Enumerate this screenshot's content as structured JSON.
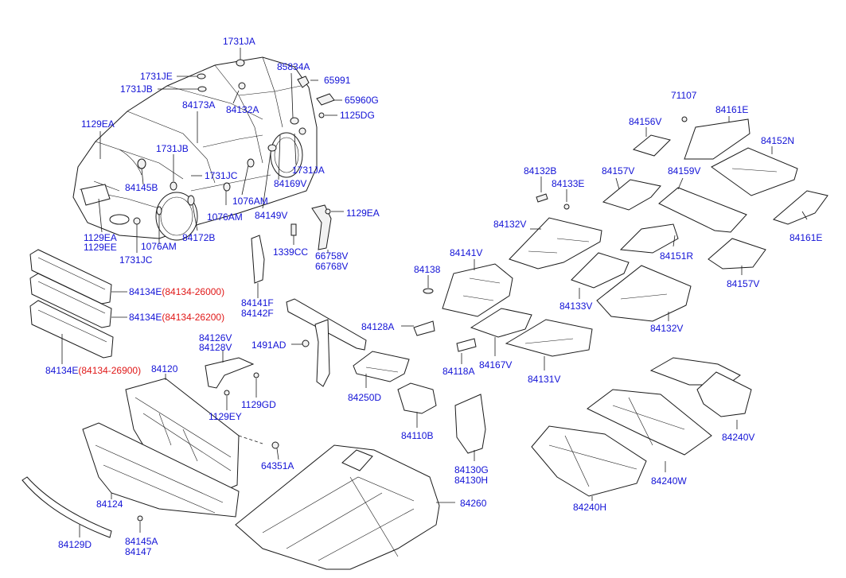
{
  "labels": {
    "l_1731JA_top": "1731JA",
    "l_1731JE": "1731JE",
    "l_1731JB_a": "1731JB",
    "l_1129EA_a": "1129EA",
    "l_84173A": "84173A",
    "l_84132A": "84132A",
    "l_85834A": "85834A",
    "l_65991": "65991",
    "l_65960G": "65960G",
    "l_1125DG": "1125DG",
    "l_1731JB_b": "1731JB",
    "l_1731JC_a": "1731JC",
    "l_84145B": "84145B",
    "l_1076AM_a": "1076AM",
    "l_1076AM_b": "1076AM",
    "l_1731JA_b": "1731JA",
    "l_84169V": "84169V",
    "l_84149V": "84149V",
    "l_1129EA_b": "1129EA",
    "l_1129EE": "1129EE",
    "l_1076AM_c": "1076AM",
    "l_1731JC_b": "1731JC",
    "l_84172B": "84172B",
    "l_1129EA_c": "1129EA",
    "l_1339CC": "1339CC",
    "l_66758V": "66758V",
    "l_66768V": "66768V",
    "l_84134E_a": "84134E",
    "l_84134E_a_ref": "(84134-26000)",
    "l_84134E_b": "84134E",
    "l_84134E_b_ref": "(84134-26200)",
    "l_84134E_c": "84134E",
    "l_84134E_c_ref": "(84134-26900)",
    "l_84141F": "84141F",
    "l_84142F": "84142F",
    "l_84126V": "84126V",
    "l_84128V": "84128V",
    "l_1491AD": "1491AD",
    "l_84120": "84120",
    "l_1129GD": "1129GD",
    "l_1129EY": "1129EY",
    "l_64351A": "64351A",
    "l_84124": "84124",
    "l_84129D": "84129D",
    "l_84145A": "84145A",
    "l_84147": "84147",
    "l_84260": "84260",
    "l_84250D": "84250D",
    "l_84110B": "84110B",
    "l_84130G": "84130G",
    "l_84130H": "84130H",
    "l_84128A": "84128A",
    "l_84118A": "84118A",
    "l_84167V": "84167V",
    "l_84131V": "84131V",
    "l_84138": "84138",
    "l_84141V": "84141V",
    "l_84132V_a": "84132V",
    "l_84133V": "84133V",
    "l_84132V_b": "84132V",
    "l_84132B": "84132B",
    "l_84133E": "84133E",
    "l_84156V": "84156V",
    "l_71107": "71107",
    "l_84161E_a": "84161E",
    "l_84152N": "84152N",
    "l_84157V_a": "84157V",
    "l_84159V": "84159V",
    "l_84151R": "84151R",
    "l_84161E_b": "84161E",
    "l_84157V_b": "84157V",
    "l_84240V": "84240V",
    "l_84240W": "84240W",
    "l_84240H": "84240H"
  },
  "colors": {
    "part_number": "#1212d6",
    "reference_number": "#e01818",
    "line_art": "#1a1a1a",
    "background": "#ffffff"
  }
}
